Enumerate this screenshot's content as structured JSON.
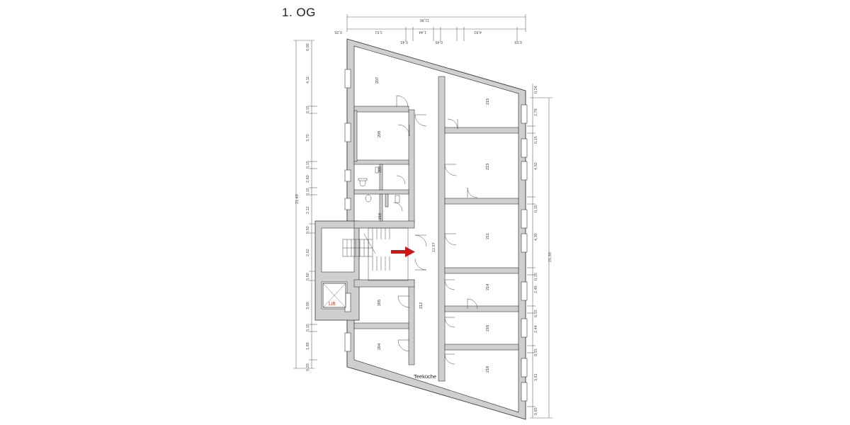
{
  "plan": {
    "title": "1. OG",
    "labels": {
      "lift": "Lift",
      "kitchen": "Teeküche",
      "corridor_length": "12,97"
    },
    "colors": {
      "wall": "#cfcfcf",
      "outline": "#3a3a3a",
      "arrow": "#d01515",
      "lift_label": "#c0392b"
    },
    "top_dimensions": [
      "11,86",
      "0,25",
      "3,51",
      "1,44",
      "0,45",
      "0,45",
      "4,83",
      "0,55"
    ],
    "left_dimensions": [
      "0,00",
      "4,11",
      "0,15",
      "3,70",
      "0,15",
      "2,60",
      "0,15",
      "2,12",
      "0,50",
      "2,62",
      "0,50",
      "3,00",
      "0,15",
      "1,89",
      "0,20"
    ],
    "left_total": "21,49",
    "right_dimensions": [
      "0,24",
      "2,79",
      "0,15",
      "4,50",
      "0,15",
      "4,30",
      "0,15",
      "2,46",
      "0,15",
      "2,44",
      "0,15",
      "3,81",
      "0,65"
    ],
    "right_total": "21,30",
    "rooms_left": [
      "207",
      "208",
      "209",
      "210",
      "205",
      "204"
    ],
    "rooms_right": [
      "215",
      "213",
      "211",
      "214",
      "216",
      "218"
    ],
    "corridor_room": "212"
  }
}
